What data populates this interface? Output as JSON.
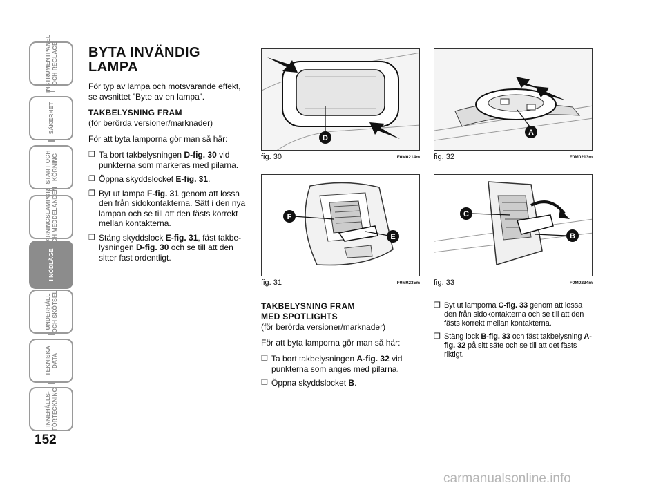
{
  "sidebar": {
    "tabs": [
      {
        "label": "INSTRUMENTPANEL\nOCH REGLAGE",
        "active": false
      },
      {
        "label": "SÄKERHET",
        "active": false
      },
      {
        "label": "START OCH\nKÖRNING",
        "active": false
      },
      {
        "label": "VARNINGSLAMPOR\nOCH MEDDELANDEN",
        "active": false
      },
      {
        "label": "I NÖDLÄGE",
        "active": true
      },
      {
        "label": "UNDERHÅLL\nOCH SKÖTSEL",
        "active": false
      },
      {
        "label": "TEKNISKA\nDATA",
        "active": false
      },
      {
        "label": "INNEHÅLLS-\nFÖRTECKNING",
        "active": false
      }
    ]
  },
  "page_number": "152",
  "col1": {
    "title": "BYTA INVÄNDIG LAMPA",
    "intro": "För typ av lampa och motsvarande effekt, se avsnittet ”Byte av en lampa”.",
    "heading": "TAKBELYSNING FRAM",
    "subheading": "(för berörda versioner/marknader)",
    "lead": "För att byta lamporna gör man så här:",
    "b1a": "Ta bort takbelysningen ",
    "b1b": "D-fig. 30",
    "b1c": " vid punkterna som markeras med pilarna.",
    "b2a": "Öppna skyddslocket ",
    "b2b": "E-fig. 31",
    "b2c": ".",
    "b3a": "Byt ut lampa ",
    "b3b": "F-fig. 31",
    "b3c": " genom att lossa den från sidokontakterna. Sätt i den nya lampan och se till att den fästs korrekt mellan kontakterna.",
    "b4a": "Stäng skyddslock ",
    "b4b": "E-fig. 31",
    "b4c": ", fäst takbe­lysningen ",
    "b4d": "D-fig. 30",
    "b4e": " och se till att den sitter fast ordentligt."
  },
  "col2": {
    "heading1": "TAKBELYSNING FRAM",
    "heading2": "MED SPOTLIGHTS",
    "subheading": "(för berörda versioner/marknader)",
    "lead": "För att byta lamporna gör man så här:",
    "b1a": "Ta bort takbelysningen ",
    "b1b": "A-fig. 32",
    "b1c": " vid punkterna som anges med pilarna.",
    "b2a": "Öppna skyddslocket ",
    "b2b": "B",
    "b2c": "."
  },
  "col3": {
    "b1a": "Byt ut lamporna ",
    "b1b": "C-fig. 33",
    "b1c": " genom att lossa den från sidokontakterna och se till att den fästs korrekt mellan kontakterna.",
    "b2a": "Stäng lock ",
    "b2b": "B-fig. 33",
    "b2c": " och fäst takbelys­ning ",
    "b2d": "A-fig. 32",
    "b2e": " på sitt säte och se till att det fästs riktigt."
  },
  "figures": {
    "fig30": {
      "label": "fig. 30",
      "code": "F0M0214m",
      "marker": "D"
    },
    "fig31": {
      "label": "fig. 31",
      "code": "F0M0235m",
      "marker1": "F",
      "marker2": "E"
    },
    "fig32": {
      "label": "fig. 32",
      "code": "F0M0213m",
      "marker": "A"
    },
    "fig33": {
      "label": "fig. 33",
      "code": "F0M0234m",
      "marker1": "C",
      "marker2": "B"
    }
  },
  "watermark": "carmanualsonline.info"
}
